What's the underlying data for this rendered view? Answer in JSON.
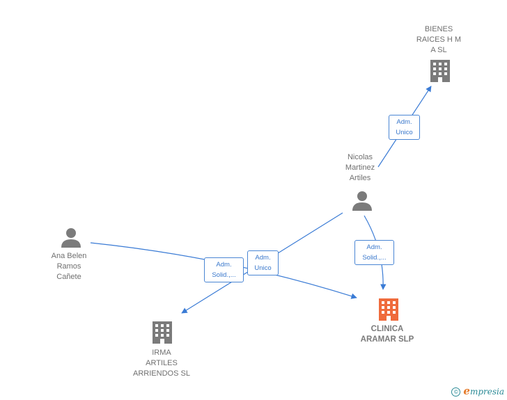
{
  "nodes": {
    "bienes": {
      "label": "BIENES\nRAICES H M\nA  SL",
      "kind": "company",
      "color": "#7b7b7b"
    },
    "nicolas": {
      "label": "Nicolas\nMartinez\nArtiles",
      "kind": "person",
      "color": "#7b7b7b"
    },
    "ana": {
      "label": "Ana Belen\nRamos\nCañete",
      "kind": "person",
      "color": "#7b7b7b"
    },
    "clinica": {
      "label": "CLINICA\nARAMAR  SLP",
      "kind": "company",
      "color": "#ef6b3c"
    },
    "irma": {
      "label": "IRMA\nARTILES\nARRIENDOS SL",
      "kind": "company",
      "color": "#7b7b7b"
    }
  },
  "edges": [
    {
      "from": "nicolas",
      "to": "bienes",
      "label": "Adm.\nUnico"
    },
    {
      "from": "nicolas",
      "to": "clinica",
      "label": "Adm.\nSolid.,..."
    },
    {
      "from": "ana",
      "to": "clinica",
      "label": "Adm.\nSolid.,..."
    },
    {
      "from": "nicolas",
      "to": "irma",
      "label": "Adm.\nUnico"
    }
  ],
  "colors": {
    "edge": "#3a7bd5"
  },
  "footer": {
    "copyright": "©",
    "brand_initial": "e",
    "brand_rest": "mpresia"
  }
}
